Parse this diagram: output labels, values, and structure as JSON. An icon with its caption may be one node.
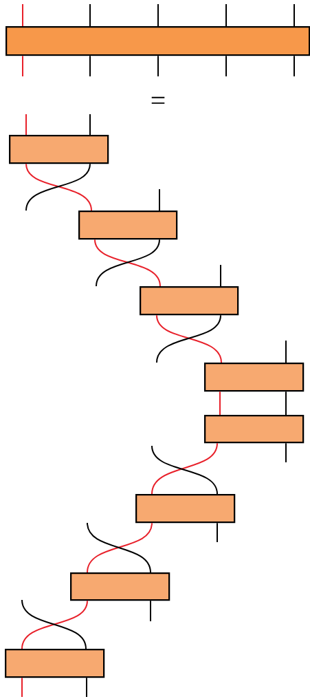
{
  "diagram": {
    "nodes": [
      {
        "text": [],
        "shape": "bar"
      },
      {
        "text": [],
        "shape": "box"
      },
      {
        "text": [],
        "shape": "box"
      },
      {
        "text": [],
        "shape": "box"
      },
      {
        "text": [],
        "shape": "box"
      },
      {
        "text": [],
        "shape": "box"
      },
      {
        "text": [],
        "shape": "box"
      },
      {
        "text": [],
        "shape": "box"
      },
      {
        "text": [],
        "shape": "box"
      }
    ],
    "edges": [
      {
        "from": null,
        "to": 0,
        "arrow": "none",
        "color": "#e8202a"
      },
      {
        "from": null,
        "to": 0,
        "arrow": "none"
      },
      {
        "from": null,
        "to": 0,
        "arrow": "none"
      },
      {
        "from": null,
        "to": 0,
        "arrow": "none"
      },
      {
        "from": null,
        "to": 0,
        "arrow": "none"
      },
      {
        "from": 0,
        "to": null,
        "arrow": "none",
        "color": "#e8202a"
      },
      {
        "from": 0,
        "to": null,
        "arrow": "none"
      },
      {
        "from": 0,
        "to": null,
        "arrow": "none"
      },
      {
        "from": 0,
        "to": null,
        "arrow": "none"
      },
      {
        "from": 0,
        "to": null,
        "arrow": "none"
      },
      {
        "from": null,
        "to": 1,
        "arrow": "none",
        "color": "#e8202a"
      },
      {
        "from": null,
        "to": 1,
        "arrow": "none"
      },
      {
        "from": 1,
        "to": 2,
        "arrow": "none",
        "color": "#e8202a"
      },
      {
        "from": 1,
        "to": null,
        "arrow": "none"
      },
      {
        "from": null,
        "to": 2,
        "arrow": "none"
      },
      {
        "from": 2,
        "to": 3,
        "arrow": "none",
        "color": "#e8202a"
      },
      {
        "from": 2,
        "to": null,
        "arrow": "none"
      },
      {
        "from": null,
        "to": 3,
        "arrow": "none"
      },
      {
        "from": 3,
        "to": 4,
        "arrow": "none",
        "color": "#e8202a"
      },
      {
        "from": 3,
        "to": null,
        "arrow": "none"
      },
      {
        "from": null,
        "to": 4,
        "arrow": "none"
      },
      {
        "from": 4,
        "to": 5,
        "arrow": "none",
        "color": "#e8202a"
      },
      {
        "from": 4,
        "to": 5,
        "arrow": "none"
      },
      {
        "from": 5,
        "to": 6,
        "arrow": "none",
        "color": "#e8202a"
      },
      {
        "from": 5,
        "to": null,
        "arrow": "none"
      },
      {
        "from": null,
        "to": 6,
        "arrow": "none"
      },
      {
        "from": 6,
        "to": 7,
        "arrow": "none",
        "color": "#e8202a"
      },
      {
        "from": 6,
        "to": null,
        "arrow": "none"
      },
      {
        "from": null,
        "to": 7,
        "arrow": "none"
      },
      {
        "from": 7,
        "to": 8,
        "arrow": "none",
        "color": "#e8202a"
      },
      {
        "from": 7,
        "to": null,
        "arrow": "none"
      },
      {
        "from": null,
        "to": 8,
        "arrow": "none"
      },
      {
        "from": 8,
        "to": null,
        "arrow": "none",
        "color": "#e8202a"
      },
      {
        "from": 8,
        "to": null,
        "arrow": "none"
      }
    ],
    "labels": [
      "="
    ]
  }
}
